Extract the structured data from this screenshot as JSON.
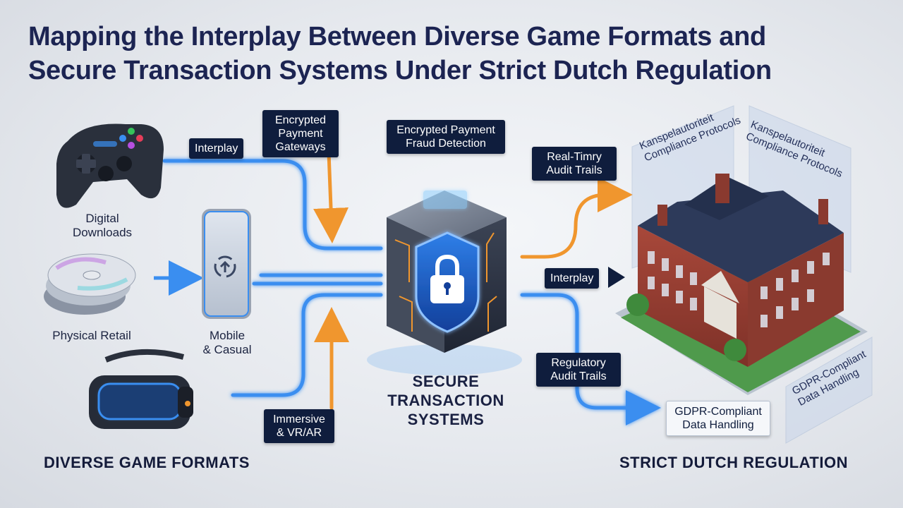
{
  "title": {
    "line1": "Mapping the Interplay Between Diverse Game Formats and",
    "line2": "Secure Transaction Systems Under Strict Dutch Regulation"
  },
  "labels": {
    "interplay_left": "Interplay",
    "encrypted_gateways": [
      "Encrypted",
      "Payment",
      "Gateways"
    ],
    "encrypted_fraud": [
      "Encrypted Payment",
      "Fraud Detection"
    ],
    "real_time_audit": [
      "Real-Timry",
      "Audit Trails"
    ],
    "interplay_right": "Interplay",
    "regulatory_audit": [
      "Regulatory",
      "Audit Trails"
    ],
    "gdpr_box": [
      "GDPR-Compliant",
      "Data Handling"
    ],
    "immersive": [
      "Immersive",
      "& VR/AR"
    ]
  },
  "captions": {
    "digital": [
      "Digital",
      "Downloads"
    ],
    "physical": "Physical Retail",
    "mobile": [
      "Mobile",
      "& Casual"
    ]
  },
  "sections": {
    "left": "DIVERSE GAME FORMATS",
    "center": [
      "SECURE",
      "TRANSACTION",
      "SYSTEMS"
    ],
    "right": "STRICT DUTCH REGULATION"
  },
  "panels": {
    "panel1": [
      "Kanspelautoriteit",
      "Compliance Protocols"
    ],
    "panel2": [
      "Kanspelautoriteit",
      "Compliance Protocols"
    ],
    "panel3": [
      "GDPR-Compliant",
      "Data Handling"
    ]
  },
  "colors": {
    "flow_blue": "#3a8ef0",
    "flow_orange": "#f0962e",
    "label_bg": "#0f1d3d",
    "title": "#1c2452"
  },
  "icons": [
    "gamepad-icon",
    "disc-icon",
    "smartphone-icon",
    "vr-headset-icon",
    "lock-icon",
    "building-icon"
  ]
}
